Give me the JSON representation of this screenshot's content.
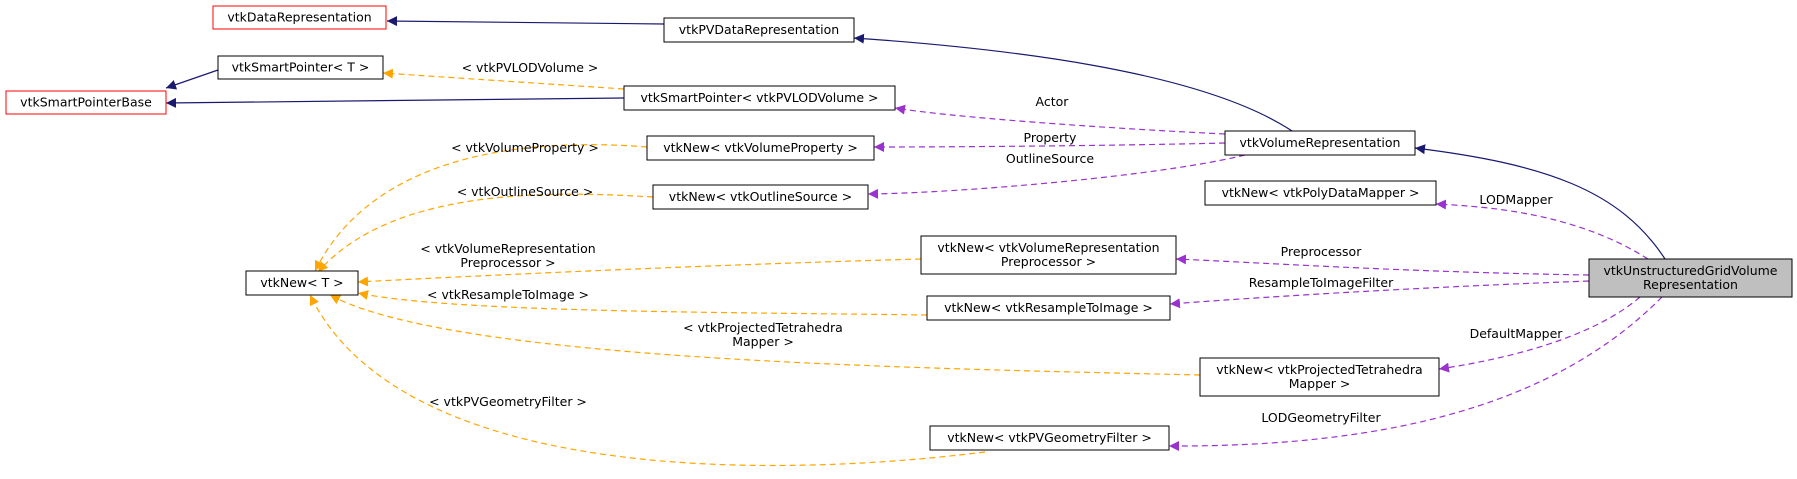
{
  "nodes": {
    "vtkDataRepresentation": {
      "lines": [
        "vtkDataRepresentation"
      ],
      "style": "external"
    },
    "vtkPVDataRepresentation": {
      "lines": [
        "vtkPVDataRepresentation"
      ],
      "style": "normal"
    },
    "vtkSmartPointerT": {
      "lines": [
        "vtkSmartPointer< T >"
      ],
      "style": "normal"
    },
    "vtkSmartPointerBase": {
      "lines": [
        "vtkSmartPointerBase"
      ],
      "style": "external"
    },
    "vtkSmartPointerPVLODVolume": {
      "lines": [
        "vtkSmartPointer< vtkPVLODVolume >"
      ],
      "style": "normal"
    },
    "vtkNewVolumeProperty": {
      "lines": [
        "vtkNew< vtkVolumeProperty >"
      ],
      "style": "normal"
    },
    "vtkVolumeRepresentation": {
      "lines": [
        "vtkVolumeRepresentation"
      ],
      "style": "normal"
    },
    "vtkNewOutlineSource": {
      "lines": [
        "vtkNew< vtkOutlineSource >"
      ],
      "style": "normal"
    },
    "vtkNewPolyDataMapper": {
      "lines": [
        "vtkNew< vtkPolyDataMapper >"
      ],
      "style": "normal"
    },
    "vtkNewT": {
      "lines": [
        "vtkNew< T >"
      ],
      "style": "normal"
    },
    "vtkNewVolumeRepresentationPreprocessor": {
      "lines": [
        "vtkNew< vtkVolumeRepresentation",
        "Preprocessor >"
      ],
      "style": "normal"
    },
    "vtkUnstructuredGridVolumeRepresentation": {
      "lines": [
        "vtkUnstructuredGridVolume",
        "Representation"
      ],
      "style": "focus"
    },
    "vtkNewResampleToImage": {
      "lines": [
        "vtkNew< vtkResampleToImage >"
      ],
      "style": "normal"
    },
    "vtkNewProjectedTetrahedraMapper": {
      "lines": [
        "vtkNew< vtkProjectedTetrahedra",
        "Mapper >"
      ],
      "style": "normal"
    },
    "vtkNewPVGeometryFilter": {
      "lines": [
        "vtkNew< vtkPVGeometryFilter >"
      ],
      "style": "normal"
    }
  },
  "edges": {
    "e1": {
      "kind": "inherit",
      "lines": []
    },
    "e2": {
      "kind": "inherit",
      "lines": []
    },
    "e3": {
      "kind": "inherit",
      "lines": []
    },
    "e4": {
      "kind": "inherit",
      "lines": []
    },
    "e5": {
      "kind": "inherit",
      "lines": []
    },
    "e6": {
      "kind": "template",
      "lines": [
        "< vtkPVLODVolume >"
      ]
    },
    "e7": {
      "kind": "template",
      "lines": [
        "< vtkVolumeProperty >"
      ]
    },
    "e8": {
      "kind": "template",
      "lines": [
        "< vtkOutlineSource >"
      ]
    },
    "e9": {
      "kind": "template",
      "lines": [
        "< vtkVolumeRepresentation",
        "Preprocessor >"
      ]
    },
    "e10": {
      "kind": "template",
      "lines": [
        "< vtkResampleToImage >"
      ]
    },
    "e11": {
      "kind": "template",
      "lines": [
        "< vtkProjectedTetrahedra",
        "Mapper >"
      ]
    },
    "e12": {
      "kind": "template",
      "lines": [
        "< vtkPVGeometryFilter >"
      ]
    },
    "e13": {
      "kind": "member",
      "lines": [
        "Actor"
      ]
    },
    "e14": {
      "kind": "member",
      "lines": [
        "Property"
      ]
    },
    "e15": {
      "kind": "member",
      "lines": [
        "OutlineSource"
      ]
    },
    "e16": {
      "kind": "member",
      "lines": [
        "LODMapper"
      ]
    },
    "e17": {
      "kind": "member",
      "lines": [
        "Preprocessor"
      ]
    },
    "e18": {
      "kind": "member",
      "lines": [
        "ResampleToImageFilter"
      ]
    },
    "e19": {
      "kind": "member",
      "lines": [
        "DefaultMapper"
      ]
    },
    "e20": {
      "kind": "member",
      "lines": [
        "LODGeometryFilter"
      ]
    }
  },
  "colors": {
    "inherit": "#191970",
    "template": "#ffa500",
    "member": "#9a32cd",
    "external_border": "#ff0000",
    "focus_fill": "#bfbfbf"
  }
}
